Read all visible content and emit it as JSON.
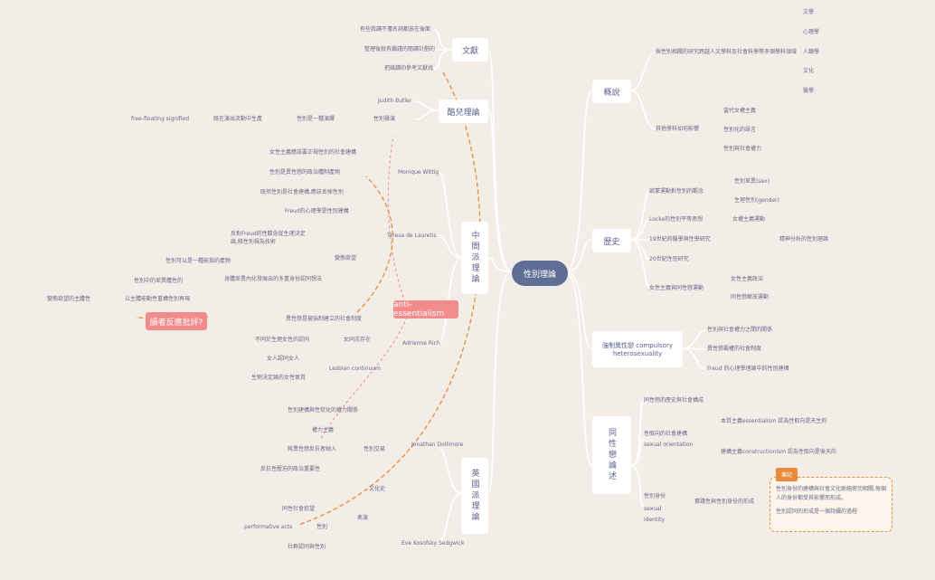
{
  "root": "性別理論",
  "left": {
    "wenxian": {
      "label": "文獻",
      "items": [
        "有些我讀不懂名詞都放在後面",
        "整理後就有嚴謹的閱讀計劃的",
        "把論讀的參考文獻找"
      ]
    },
    "culture": {
      "label": "酷兒理論",
      "judith": "Judith Butler",
      "gender": "性別操演",
      "sign": "性別是一種演譯",
      "sign2": "既在演出流動中生產",
      "free": "free-floating signified"
    },
    "french": {
      "label": "中間派理論",
      "wittig": "Monique Wittig",
      "wittig_items": [
        "女性主義應該要正視性別的社會建構",
        "性別是異性戀的政治體制產物",
        "既然性別是社會建構,應該丟掉性別",
        "Freud的心理學是性別建構"
      ],
      "laurentis": "Teresa de Lauretis",
      "laur_a": "反對Freud的性觀念從生理決定論,將性別視為技術",
      "laur_b": "變態欲望",
      "laur_c": "性別可以是一種能指的產物",
      "laur_d": "身體差異內化發展出的多重身份認同想法",
      "laur_e": "性別中的差異體性的",
      "laur_f": "變態欲望的主體性",
      "laur_g": "以主體能動性重構性別再現",
      "pink": "讀者反應批評?",
      "anti": "anti-essentialism",
      "rich": "Adrienne Rich",
      "rich_items": [
        "異性戀是被強制建立的社會制度",
        "不同於生理女性的認同",
        "女同志存在",
        "Lesbian continuum",
        "女人認同女人",
        "生物決定論的女性氣質"
      ]
    },
    "english": {
      "label": "英國派理論",
      "sedgwick": "Jonathan Dollimore",
      "sed_items": [
        "性別建構與性慾化的權力關係",
        "權力主義",
        "將異性戀反抗者納入",
        "反抗性壓迫的政治重要性",
        "性別交易",
        "文化史"
      ],
      "eve": "Eve Kosofsky Sedgwick",
      "eve_items": [
        "同性社會慾望",
        "performative acts",
        "性別",
        "社群認同與性別",
        "表演"
      ]
    }
  },
  "right": {
    "gaishu": {
      "label": "概說",
      "desc": "與性別相關的研究跨越人文學科及社會科學等多個學科領域",
      "fields": [
        "文學",
        "心理學",
        "人類學",
        "文化",
        "醫學"
      ],
      "history": "其他學科如何影響",
      "sub": [
        "當代女權主義",
        "性別化的語言",
        "性別與社會權力"
      ]
    },
    "lishi": {
      "label": "歷史",
      "a": "啟蒙運動對性別的觀念",
      "a1": "性別差異(sex)",
      "a2": "生理性別(gender)",
      "b": "Locke的性別平等思想",
      "b1": "女權主義運動",
      "c": "19世紀的醫學與性學研究",
      "c1": "精神分析的性別理論",
      "d": "20世紀性別研究",
      "e": "女性主義與同性戀運動",
      "e1": "女性主義政治",
      "e2": "同性戀解放運動"
    },
    "compulsory": {
      "label": "強制異性戀 compulsory heterosexuality",
      "items": [
        "性別與社會權力之間的關係",
        "異性戀霸權的社會制度",
        "Freud 的心理學理論中的性別建構"
      ]
    },
    "sameSex": {
      "label": "同性戀論述",
      "a": "同性戀的歷史與社會構成",
      "b": "性取向的社會建構",
      "b_en": "sexual orientation",
      "b1": "本質主義essentialism 認為性取向是天生的",
      "b2": "建構主義constructionism 認為性取向是後天的",
      "c": "性別身份",
      "c_en": "sexual",
      "c_en2": "identity",
      "c1": "實踐性與性別身份的形成",
      "note_tag": "筆記",
      "note1": "性別身份的建構與社會文化脈絡密切相關,每個人的身份都受其影響而形成。",
      "note2": "性別認同的形成是一個持續的過程"
    }
  },
  "colors": {
    "root": "#5f6e94",
    "pink": "#f28b8b",
    "orange": "#e98a3c",
    "link": "#ffffff"
  }
}
